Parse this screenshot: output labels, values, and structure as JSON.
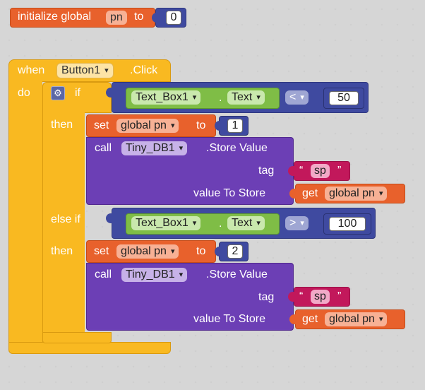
{
  "init_block": {
    "label": "initialize global",
    "var_name": "pn",
    "to_label": "to",
    "value": "0"
  },
  "event_block": {
    "when_label": "when",
    "component": "Button1",
    "event": ".Click",
    "do_label": "do"
  },
  "if_block": {
    "if_label": "if",
    "then_label": "then",
    "else_if_label": "else if"
  },
  "cond1": {
    "component": "Text_Box1",
    "dot": ".",
    "property": "Text",
    "op": "<",
    "value": "50"
  },
  "cond2": {
    "component": "Text_Box1",
    "dot": ".",
    "property": "Text",
    "op": ">",
    "value": "100"
  },
  "branch1": {
    "set_label": "set",
    "var": "global pn",
    "to_label": "to",
    "value": "1",
    "call_label": "call",
    "db": "Tiny_DB1",
    "method": ".Store Value",
    "tag_label": "tag",
    "tag_value": "sp",
    "value_to_store_label": "value To Store",
    "get_label": "get",
    "get_var": "global pn"
  },
  "branch2": {
    "set_label": "set",
    "var": "global pn",
    "to_label": "to",
    "value": "2",
    "call_label": "call",
    "db": "Tiny_DB1",
    "method": ".Store Value",
    "tag_label": "tag",
    "tag_value": "sp",
    "value_to_store_label": "value To Store",
    "get_label": "get",
    "get_var": "global pn"
  },
  "colors": {
    "variable": "#e8612c",
    "control": "#f9b921",
    "math": "#3f4aa0",
    "component": "#7fbd46",
    "db": "#6c3fb5",
    "text": "#c2185b"
  }
}
